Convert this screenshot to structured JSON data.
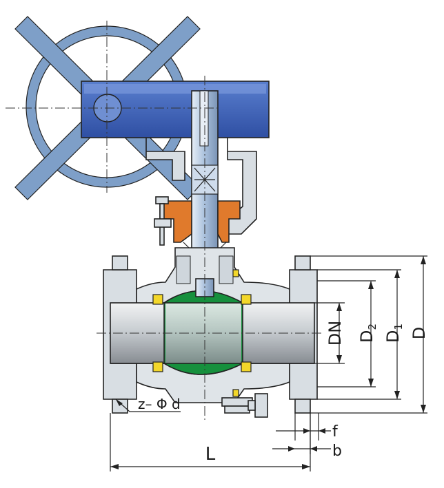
{
  "labels": {
    "dn": "DN",
    "d2_main": "D",
    "d2_sub": "2",
    "d1_main": "D",
    "d1_sub": "1",
    "d": "D",
    "f": "f",
    "b": "b",
    "l": "L",
    "bolts": "z– Φ d"
  },
  "colors": {
    "handwheel": "#7e9fc8",
    "gearbox": "#3f63b8",
    "gearbox_light": "#6f8fd2",
    "stem": "#a9c0dc",
    "gland": "#e07a2c",
    "ball": "#16903d",
    "seat": "#f3d72a",
    "body": "#d8dee3",
    "bore": "#bfc4c9",
    "bore_shadow": "#8e949a",
    "line": "#222222"
  }
}
